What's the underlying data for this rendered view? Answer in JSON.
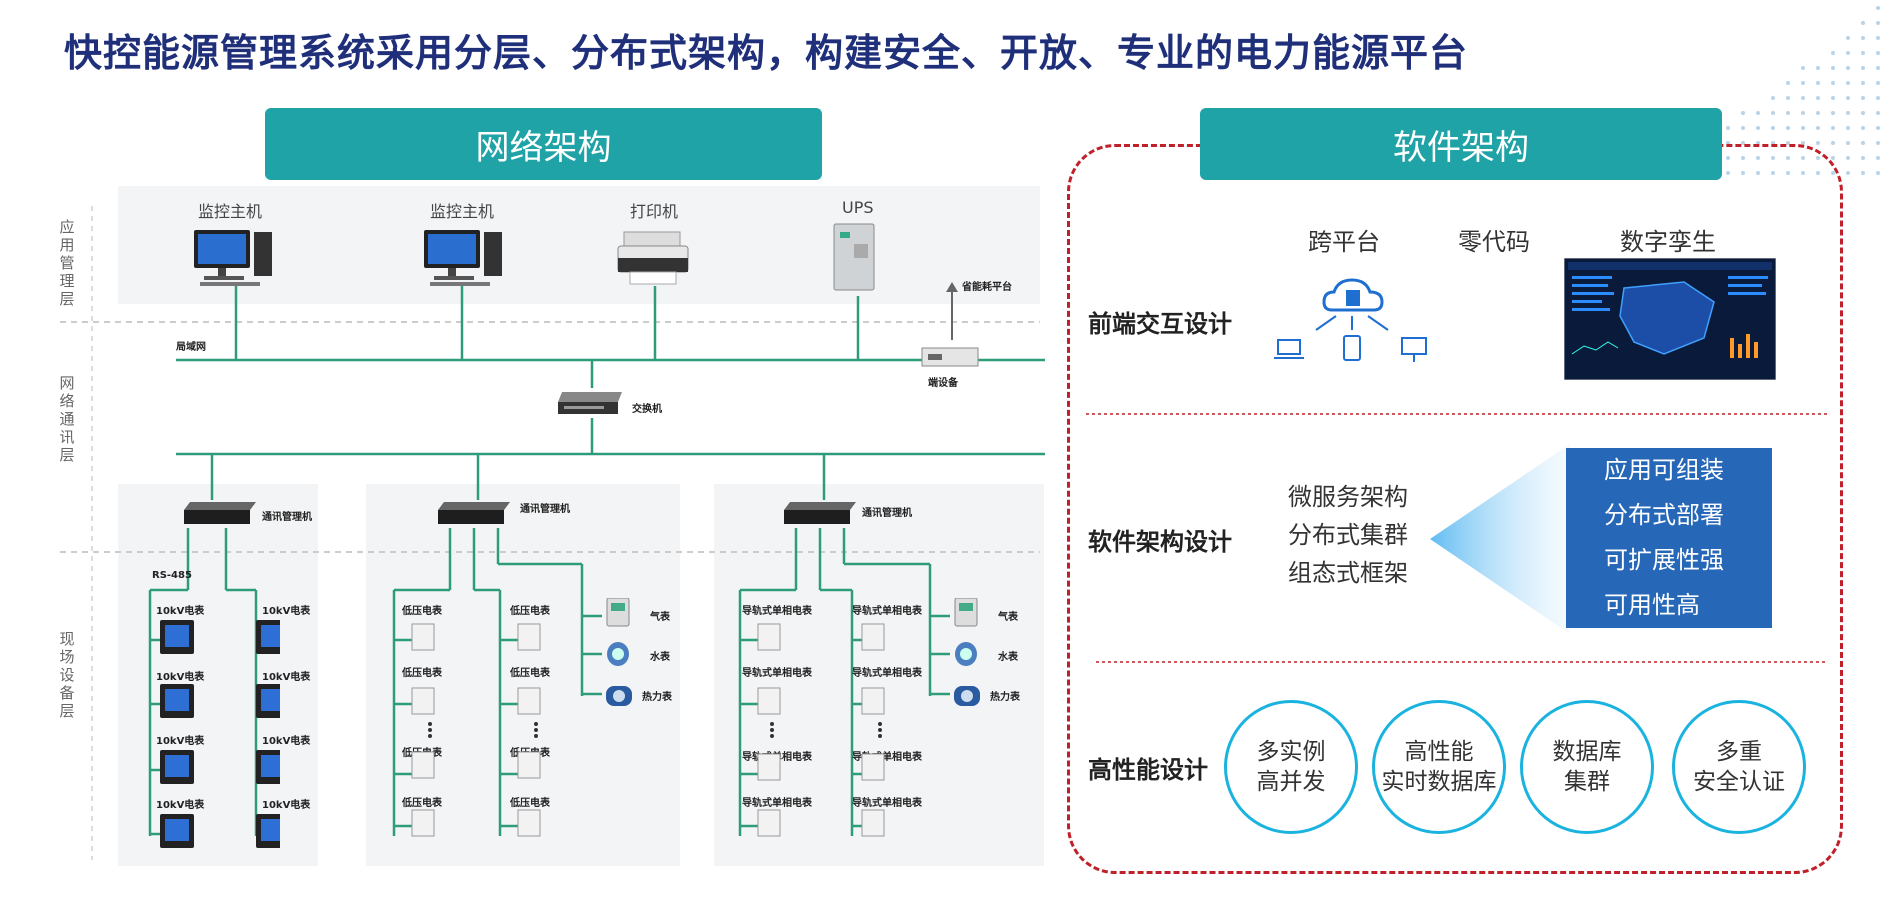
{
  "title": "快控能源管理系统采用分层、分布式架构，构建安全、开放、专业的电力能源平台",
  "network": {
    "banner": "网络架构",
    "layers": [
      "应用管理层",
      "网络通讯层",
      "现场设备层"
    ],
    "app_devices": [
      "监控主机",
      "监控主机",
      "打印机",
      "UPS"
    ],
    "lan": "局域网",
    "province_platform": "省能耗平台",
    "terminal": "端设备",
    "switch": "交换机",
    "comm_manager": "通讯管理机",
    "rs485": "RS-485",
    "meter_10kv": "10kV电表",
    "meter_low": "低压电表",
    "meter_rail": "导轨式单相电表",
    "gas": "气表",
    "water": "水表",
    "heat": "热力表"
  },
  "software": {
    "banner": "软件架构",
    "frontend": {
      "title": "前端交互设计",
      "items": [
        "跨平台",
        "零代码",
        "数字孪生"
      ]
    },
    "arch": {
      "title": "软件架构设计",
      "left": [
        "微服务架构",
        "分布式集群",
        "组态式框架"
      ],
      "right": [
        "应用可组装",
        "分布式部署",
        "可扩展性强",
        "可用性高"
      ]
    },
    "perf": {
      "title": "高性能设计",
      "circles": [
        {
          "l1": "多实例",
          "l2": "高并发"
        },
        {
          "l1": "高性能",
          "l2": "实时数据库"
        },
        {
          "l1": "数据库",
          "l2": "集群"
        },
        {
          "l1": "多重",
          "l2": "安全认证"
        }
      ]
    }
  },
  "colors": {
    "accent": "#1fa3a6",
    "title": "#1f2f7a",
    "dash": "#c0202a",
    "blue": "#2667b8",
    "line": "#2e9b7a"
  }
}
